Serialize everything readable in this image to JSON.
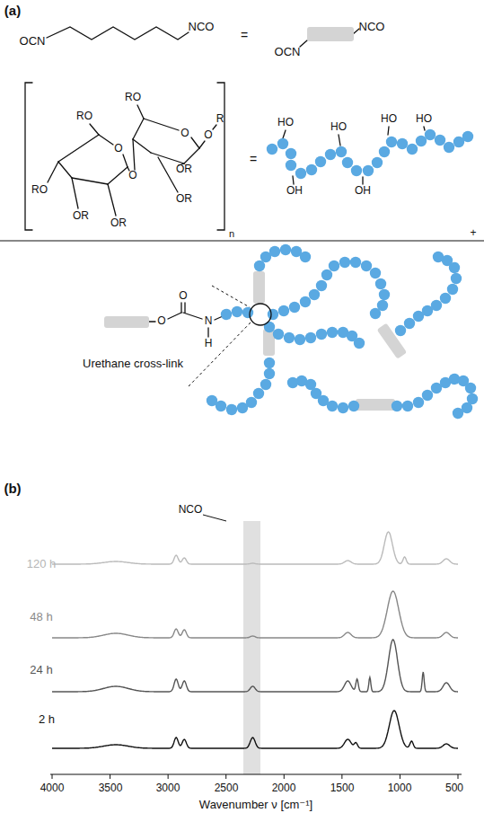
{
  "diagram": {
    "labels": [
      "(a)",
      "OCN",
      "NCO",
      "=",
      "OCN",
      "NCO",
      "RO",
      "RO",
      "O",
      "O",
      "R",
      "O",
      "O",
      "OR",
      "OR",
      "RO",
      "OR",
      "OR",
      "n",
      "=",
      "HO",
      "HO",
      "HO",
      "HO",
      "OH",
      "OH",
      "+",
      "O",
      "O",
      "N",
      "H",
      "Urethane cross-link",
      "(b)",
      "NCO",
      "120 h",
      "48 h",
      "24 h",
      "2 h",
      "4000",
      "3500",
      "3000",
      "2500",
      "2000",
      "1500",
      "1000",
      "500",
      "Wavenumber ν [cm⁻¹]"
    ]
  }
}
